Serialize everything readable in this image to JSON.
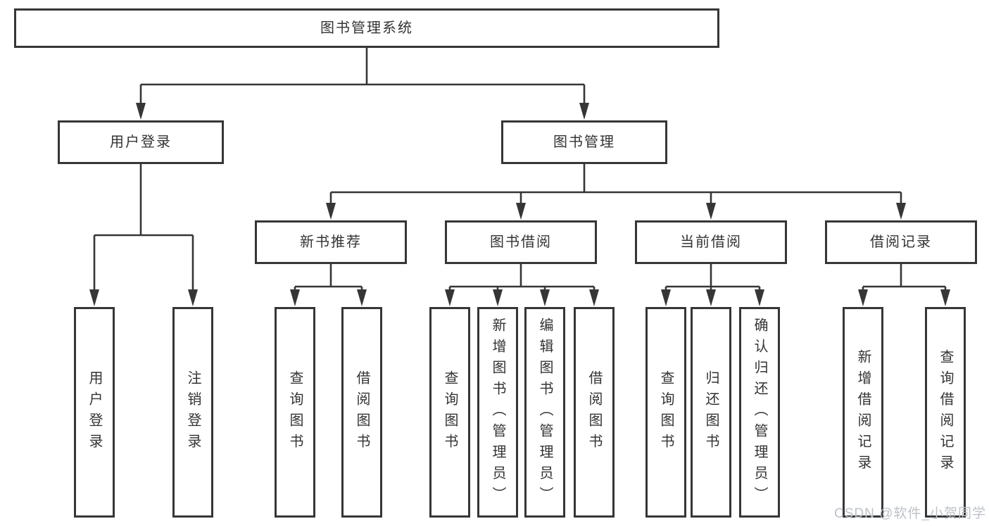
{
  "tree": {
    "root": {
      "label": "图书管理系统"
    },
    "level2": [
      {
        "label": "用户登录"
      },
      {
        "label": "图书管理"
      }
    ],
    "level3": [
      {
        "label": "新书推荐"
      },
      {
        "label": "图书借阅"
      },
      {
        "label": "当前借阅"
      },
      {
        "label": "借阅记录"
      }
    ],
    "leaves": {
      "user": [
        "用户登录",
        "注销登录"
      ],
      "recommend": [
        "查询图书",
        "借阅图书"
      ],
      "borrow": [
        "查询图书",
        "新增图书（管理员）",
        "编辑图书（管理员）",
        "借阅图书"
      ],
      "current": [
        "查询图书",
        "归还图书",
        "确认归还（管理员）"
      ],
      "records": [
        "新增借阅记录",
        "查询借阅记录"
      ]
    }
  },
  "watermark": {
    "text": "CSDN @软件_小贺同学",
    "color": "#bdc2c8"
  },
  "colors": {
    "line": "#363636",
    "text": "#333333",
    "background": "#ffffff"
  }
}
